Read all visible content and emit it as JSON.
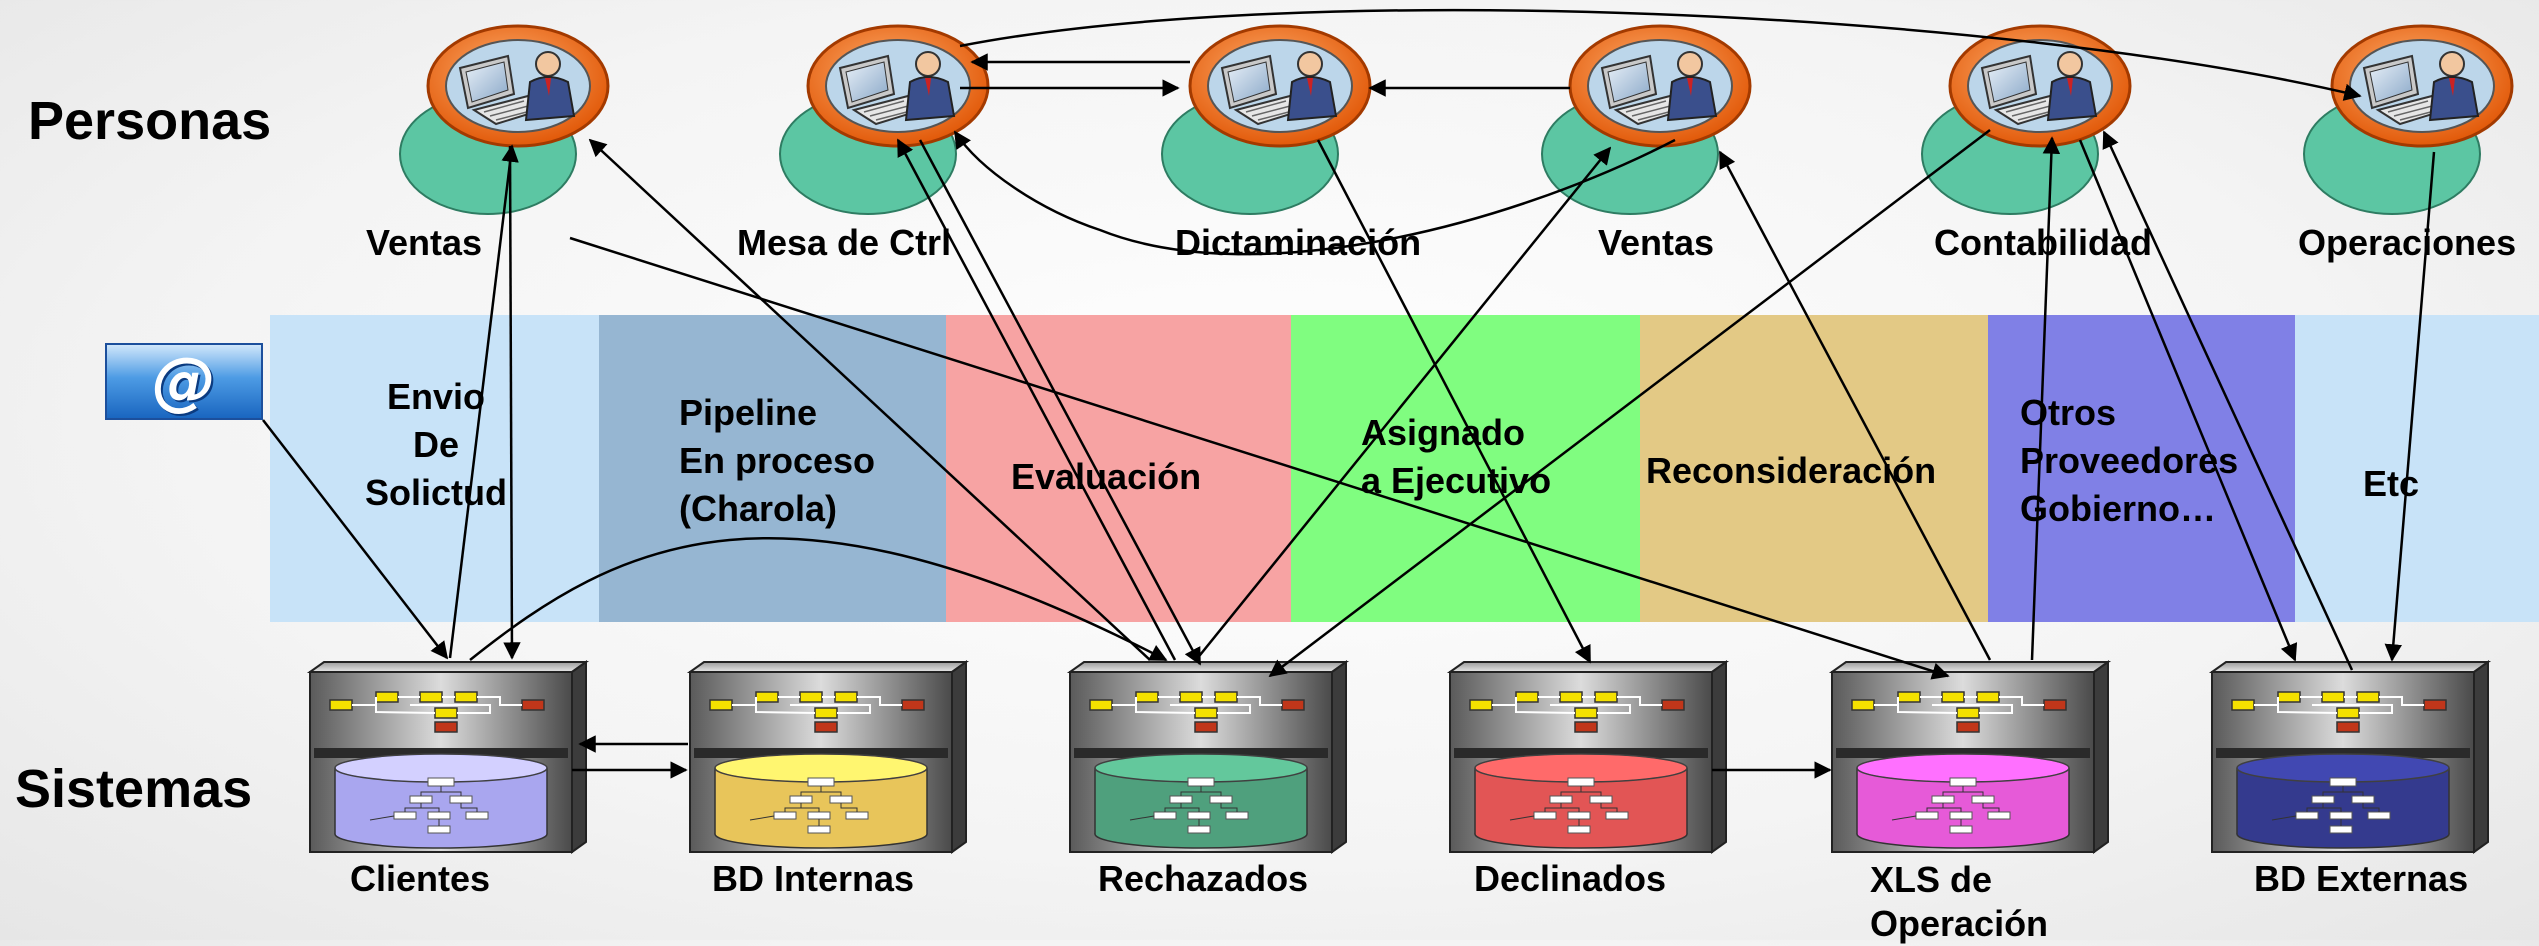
{
  "rows": {
    "personas": "Personas",
    "sistemas": "Sistemas"
  },
  "persons": [
    {
      "id": "ventas-1",
      "label": "Ventas"
    },
    {
      "id": "mesa",
      "label": "Mesa de Ctrl"
    },
    {
      "id": "dictaminacion",
      "label": "Dictaminación"
    },
    {
      "id": "ventas-2",
      "label": "Ventas"
    },
    {
      "id": "contabilidad",
      "label": "Contabilidad"
    },
    {
      "id": "operaciones",
      "label": "Operaciones"
    }
  ],
  "stages": [
    {
      "id": "envio",
      "label": "Envio\nDe\nSolictud",
      "color": "#c8e3f8"
    },
    {
      "id": "pipeline",
      "label": "Pipeline\nEn proceso\n(Charola)",
      "color": "#96b6d2"
    },
    {
      "id": "evaluacion",
      "label": "Evaluación",
      "color": "#f7a3a3"
    },
    {
      "id": "asignado",
      "label": "Asignado\n a Ejecutivo",
      "color": "#80fd80"
    },
    {
      "id": "reconsideracion",
      "label": "Reconsideración",
      "color": "#e3c985"
    },
    {
      "id": "otros",
      "label": "Otros\nProveedores\nGobierno…",
      "color": "#8080e6"
    },
    {
      "id": "etc",
      "label": "Etc",
      "color": "#c8e3f8"
    }
  ],
  "systems": [
    {
      "id": "clientes",
      "label": "Clientes",
      "color": "#a9a6ef"
    },
    {
      "id": "bd-internas",
      "label": "BD Internas",
      "color": "#e8c55a"
    },
    {
      "id": "rechazados",
      "label": "Rechazados",
      "color": "#4fa07d"
    },
    {
      "id": "declinados",
      "label": "Declinados",
      "color": "#e25555"
    },
    {
      "id": "xls",
      "label": "XLS de\nOperación",
      "color": "#e65ad8"
    },
    {
      "id": "bd-externas",
      "label": "BD Externas",
      "color": "#343a8e"
    }
  ],
  "icons": {
    "email": "email-at-icon",
    "person": "person-computer-icon",
    "system": "server-database-icon"
  }
}
